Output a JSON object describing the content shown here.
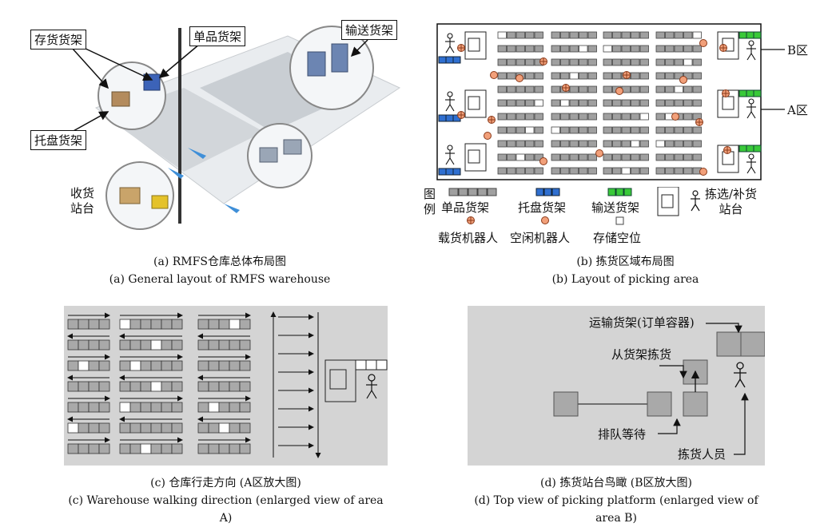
{
  "panel_a": {
    "labels": {
      "storage_rack": "存货货架",
      "item_rack": "单品货架",
      "conveyor_rack": "输送货架",
      "pallet_rack": "托盘货架",
      "receiving_station": "收货\n站台"
    },
    "caption_cn": "(a) RMFS仓库总体布局图",
    "caption_en": "(a) General layout of RMFS warehouse"
  },
  "panel_b": {
    "area_b": "B区",
    "area_a": "A区",
    "legend_title": "图\n例",
    "legend": {
      "item_rack": "单品货架",
      "pallet_rack": "托盘货架",
      "conveyor_rack": "输送货架",
      "picker": "拣选/补货\n站台",
      "loaded_robot": "载货机器人",
      "idle_robot": "空闲机器人",
      "empty_slot": "存储空位"
    },
    "colors": {
      "rack": "#a0a0a0",
      "pallet": "#2f6fd0",
      "conveyor": "#39c939",
      "robot": "#f2a07a"
    },
    "caption_cn": "(b) 拣货区域布局图",
    "caption_en": "(b) Layout of picking area"
  },
  "panel_c": {
    "caption_cn": "(c) 仓库行走方向 (A区放大图)",
    "caption_en": "(c) Warehouse walking direction (enlarged view of area A)"
  },
  "panel_d": {
    "labels": {
      "transport_rack": "运输货架(订单容器)",
      "pick_from_rack": "从货架拣货",
      "queue": "排队等待",
      "picker": "拣货人员"
    },
    "caption_cn": "(d) 拣货站台鸟瞰 (B区放大图)",
    "caption_en": "(d) Top view of picking platform (enlarged view of area B)"
  }
}
